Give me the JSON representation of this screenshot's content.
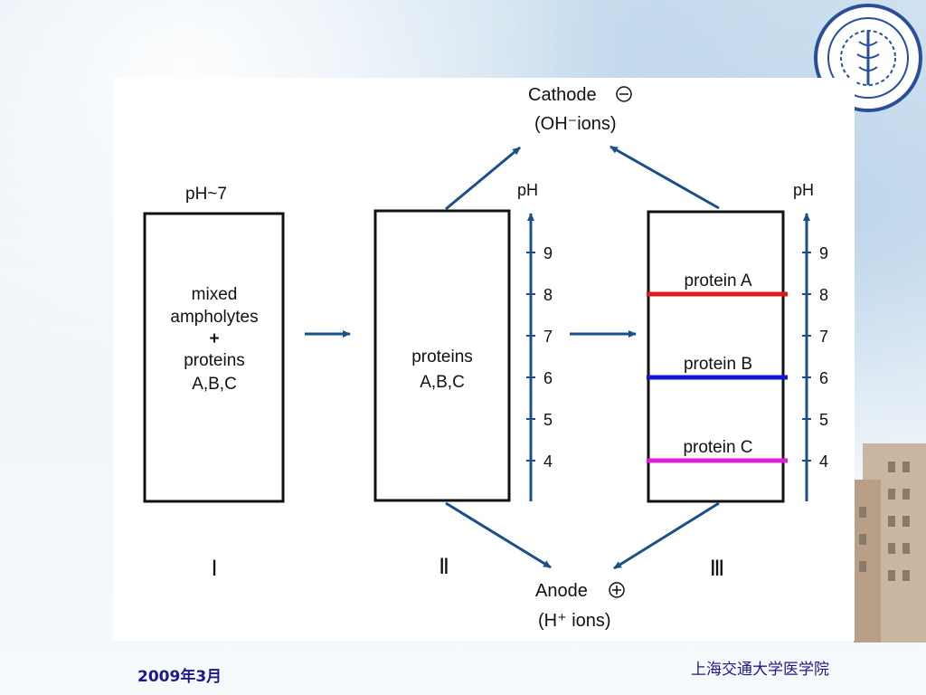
{
  "diagram": {
    "cathode_label": "Cathode",
    "cathode_ions": "(OH⁻ions)",
    "anode_label": "Anode",
    "anode_ions": "(H⁺ ions)",
    "stage1": {
      "ph_label": "pH~7",
      "lines": [
        "mixed",
        "ampholytes",
        "+",
        "proteins",
        "A,B,C"
      ],
      "numeral": "Ⅰ"
    },
    "stage2": {
      "lines": [
        "proteins",
        "A,B,C"
      ],
      "numeral": "Ⅱ"
    },
    "stage3": {
      "numeral": "Ⅲ",
      "bands": [
        {
          "label": "protein A",
          "ph": 8,
          "color": "#e01818"
        },
        {
          "label": "protein B",
          "ph": 6,
          "color": "#1616d8"
        },
        {
          "label": "protein C",
          "ph": 4,
          "color": "#e020d8"
        }
      ]
    },
    "ph_axis_label": "pH",
    "ph_ticks": [
      "9",
      "8",
      "7",
      "6",
      "5",
      "4"
    ]
  },
  "footer": {
    "date": "2009年3月",
    "school": "上海交通大学医学院"
  },
  "colors": {
    "arrow": "#1a4f8a",
    "text_footer": "#1a1a8c"
  },
  "icons": {
    "cathode": "minus-circle-icon",
    "anode": "plus-circle-icon",
    "seal": "university-seal-icon"
  }
}
